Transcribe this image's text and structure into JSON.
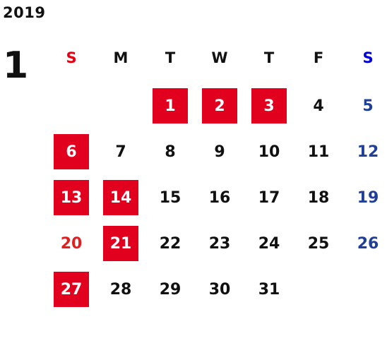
{
  "calendar": {
    "year": "2019",
    "month": "1",
    "weekdays": [
      "S",
      "M",
      "T",
      "W",
      "T",
      "F",
      "S"
    ],
    "weeks": [
      [
        "",
        "",
        "1",
        "2",
        "3",
        "4",
        "5"
      ],
      [
        "6",
        "7",
        "8",
        "9",
        "10",
        "11",
        "12"
      ],
      [
        "13",
        "14",
        "15",
        "16",
        "17",
        "18",
        "19"
      ],
      [
        "20",
        "21",
        "22",
        "23",
        "24",
        "25",
        "26"
      ],
      [
        "27",
        "28",
        "29",
        "30",
        "31",
        "",
        ""
      ]
    ],
    "highlighted_days": [
      "1",
      "2",
      "3",
      "6",
      "13",
      "14",
      "21",
      "27"
    ],
    "colors": {
      "text": "#111111",
      "highlight_bg": "#e2001f",
      "highlight_text": "#ffffff",
      "sunday_text": "#e02020",
      "saturday_text": "#1f3f99",
      "sunday_header": "#e60012",
      "saturday_header": "#0000dd"
    }
  }
}
